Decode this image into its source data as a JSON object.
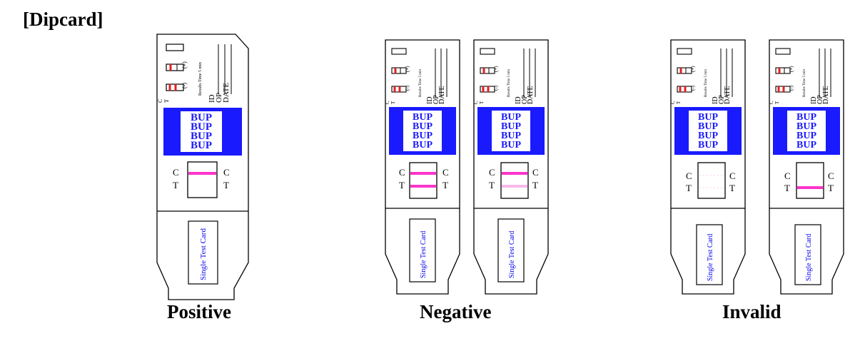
{
  "heading": "[Dipcard]",
  "captions": {
    "positive": "Positive",
    "negative": "Negative",
    "invalid": "Invalid"
  },
  "card_text": {
    "drug": "BUP",
    "label_c": "C",
    "label_t": "T",
    "handle": "Single Test Card",
    "legend_plus": "(+)",
    "legend_minus": "(-)",
    "side_text": "Results Time 5 min",
    "id_label": "ID",
    "op_label": "OP",
    "date_label": "DATE"
  },
  "colors": {
    "control_line": "#ff33cc",
    "test_line": "#ff33cc",
    "faint_line": "#f7b8ec",
    "window_blue": "#1a1aff",
    "label_blue": "#0000ee",
    "legend_red": "#e02020"
  },
  "cards": [
    {
      "group": "positive",
      "c_line": "strong",
      "t_line": "none"
    },
    {
      "group": "negative",
      "c_line": "strong",
      "t_line": "strong"
    },
    {
      "group": "negative",
      "c_line": "strong",
      "t_line": "faint"
    },
    {
      "group": "invalid",
      "c_line": "none",
      "t_line": "none"
    },
    {
      "group": "invalid",
      "c_line": "none",
      "t_line": "strong"
    }
  ]
}
